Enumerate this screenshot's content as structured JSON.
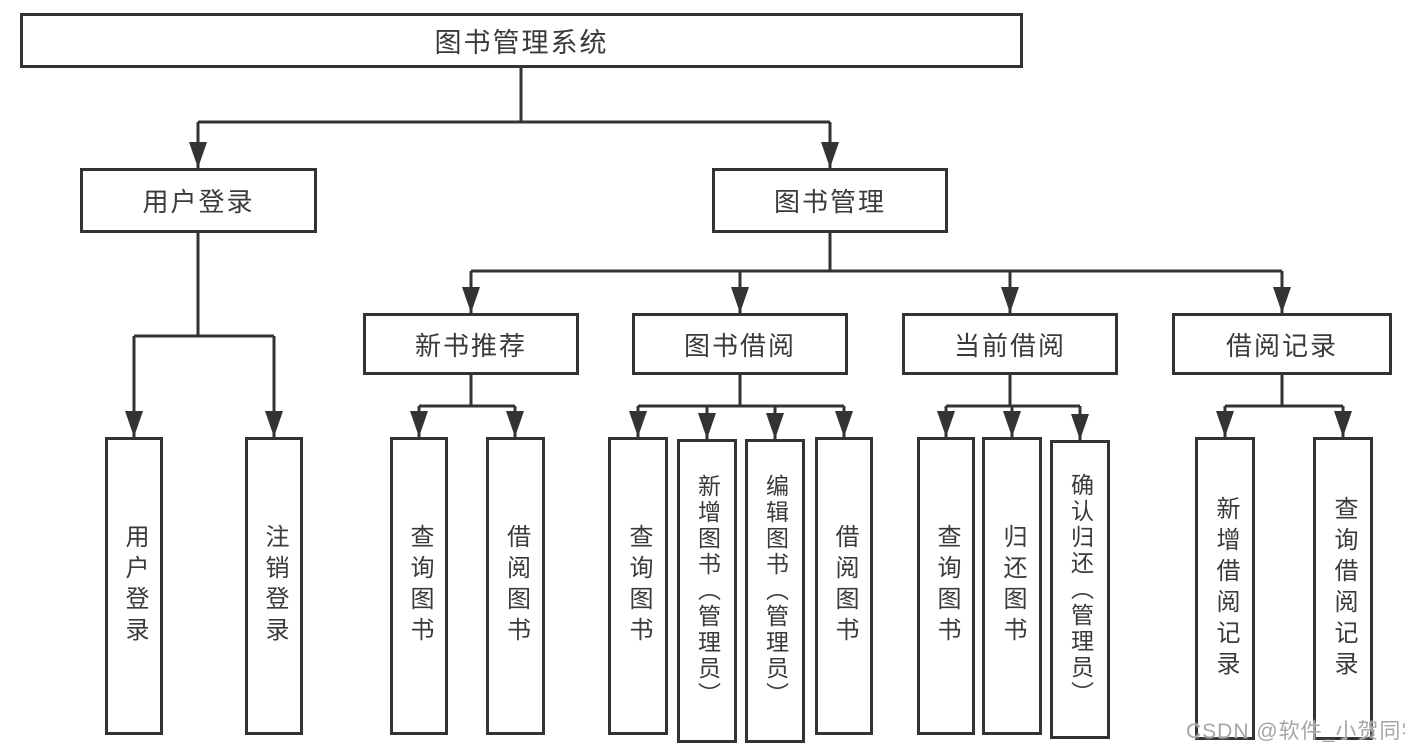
{
  "diagram": {
    "root": "图书管理系统",
    "branches": [
      {
        "label": "用户登录",
        "children": [
          "用户登录",
          "注销登录"
        ]
      },
      {
        "label": "图书管理",
        "groups": [
          {
            "label": "新书推荐",
            "children": [
              "查询图书",
              "借阅图书"
            ]
          },
          {
            "label": "图书借阅",
            "children": [
              "查询图书",
              "新增图书（管理员）",
              "编辑图书（管理员）",
              "借阅图书"
            ]
          },
          {
            "label": "当前借阅",
            "children": [
              "查询图书",
              "归还图书",
              "确认归还（管理员）"
            ]
          },
          {
            "label": "借阅记录",
            "children": [
              "新增借阅记录",
              "查询借阅记录"
            ]
          }
        ]
      }
    ]
  },
  "watermark": "CSDN @软件_小贺同学",
  "colors": {
    "line": "#333333",
    "node_border": "#333333",
    "text": "#3a3a3a",
    "background": "#ffffff",
    "watermark": "#a6a6a6"
  }
}
